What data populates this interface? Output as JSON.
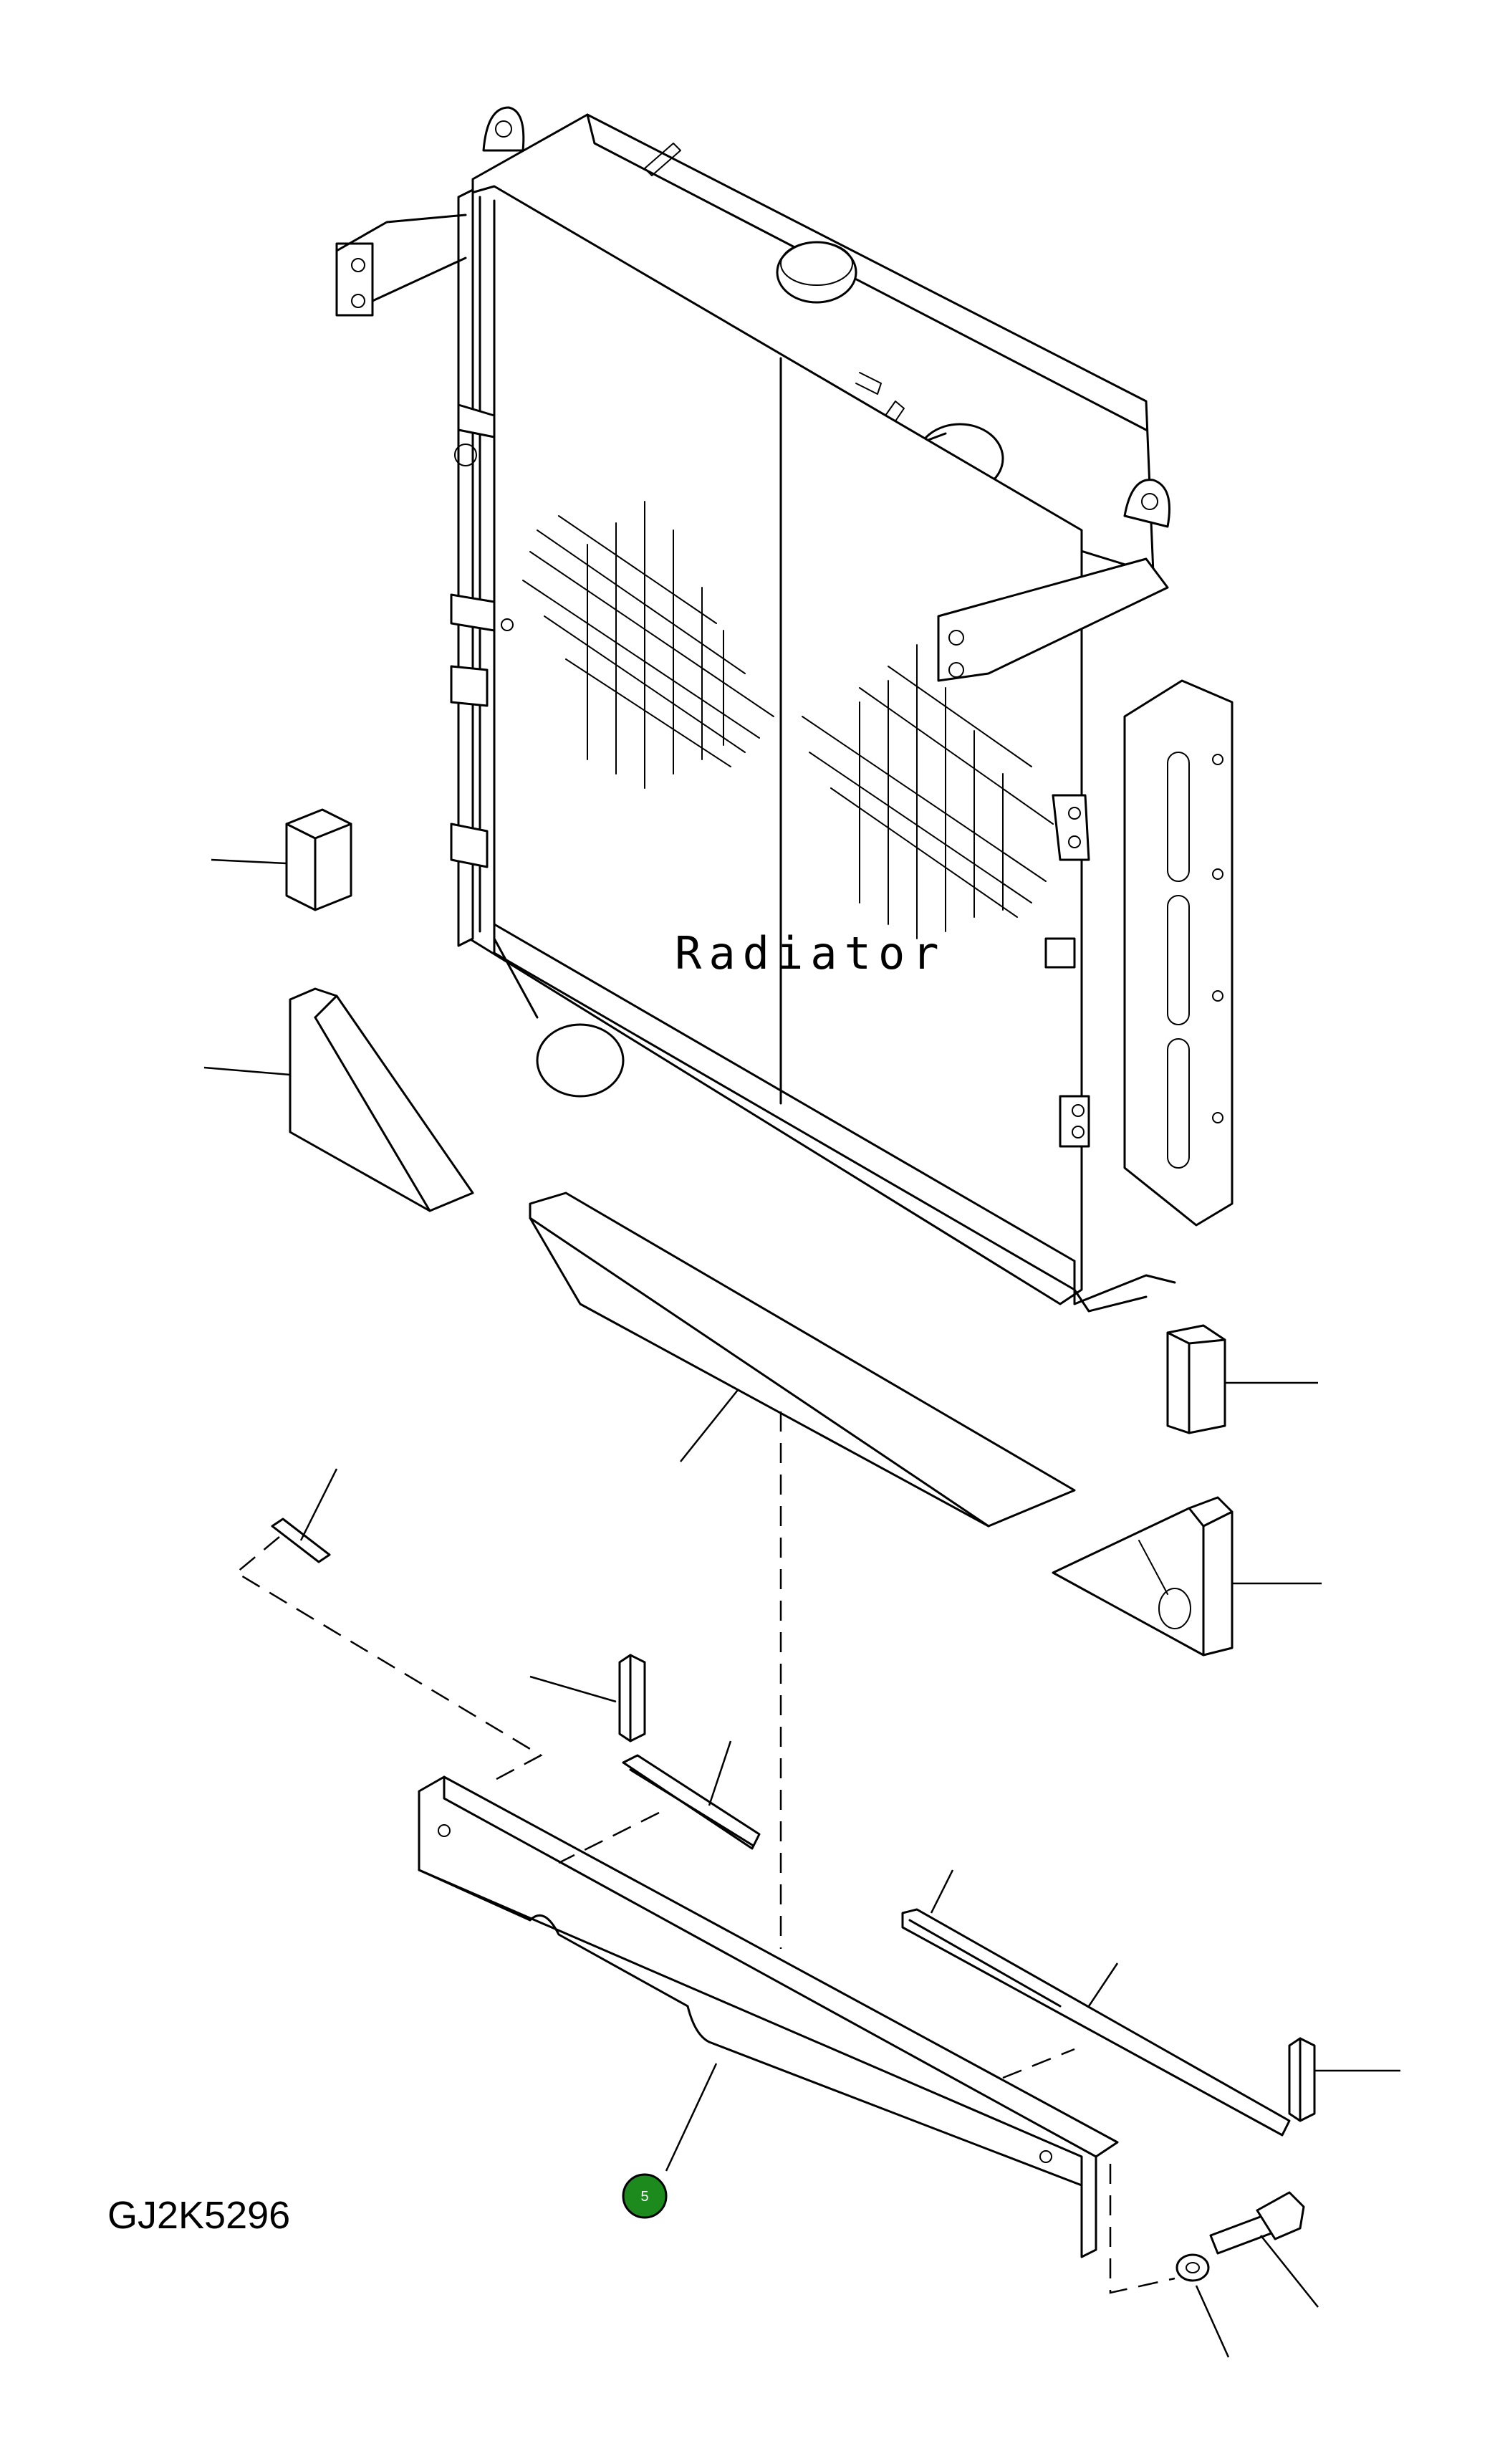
{
  "diagram": {
    "main_label": "Radiator",
    "drawing_id": "GJ2K5296",
    "callouts": [
      {
        "number": "5",
        "color": "#1d8a1d"
      }
    ]
  }
}
